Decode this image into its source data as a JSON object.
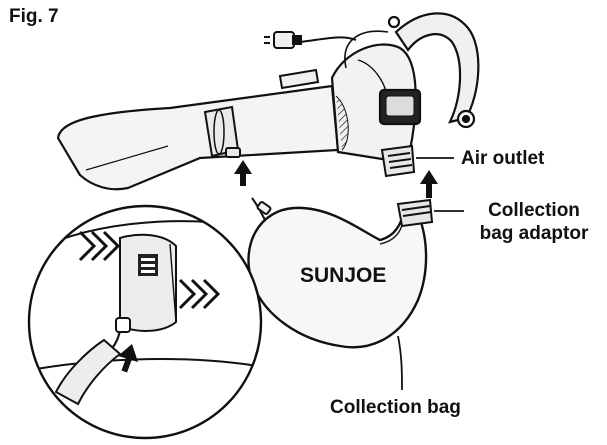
{
  "figure": {
    "title": "Fig. 7"
  },
  "labels": {
    "air_outlet": "Air outlet",
    "adaptor_line1": "Collection",
    "adaptor_line2": "bag adaptor",
    "collection_bag": "Collection bag"
  },
  "brand": {
    "bag_logo": "SUNJOE"
  },
  "colors": {
    "ink": "#111111",
    "tube_fill": "#f4f4f4",
    "bag_fill": "#f7f7f7"
  }
}
